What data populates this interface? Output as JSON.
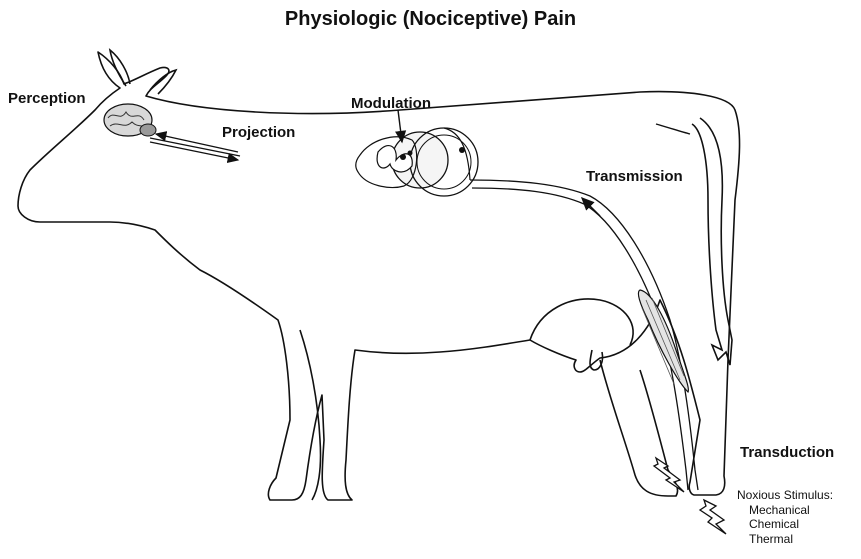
{
  "title": "Physiologic (Nociceptive) Pain",
  "labels": {
    "perception": "Perception",
    "projection": "Projection",
    "modulation": "Modulation",
    "transmission": "Transmission",
    "transduction": "Transduction"
  },
  "stimulus": {
    "heading": "Noxious Stimulus:",
    "types": [
      "Mechanical",
      "Chemical",
      "Thermal"
    ]
  }
}
